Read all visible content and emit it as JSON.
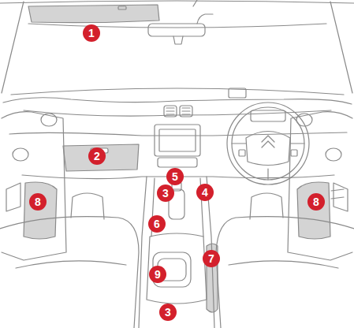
{
  "diagram": {
    "nodes": [
      {
        "text": [
          "1"
        ]
      },
      {
        "text": [
          "2"
        ]
      },
      {
        "text": [
          "5"
        ]
      },
      {
        "text": [
          "3"
        ]
      },
      {
        "text": [
          "4"
        ]
      },
      {
        "text": [
          "8"
        ]
      },
      {
        "text": [
          "8"
        ]
      },
      {
        "text": [
          "6"
        ]
      },
      {
        "text": [
          "7"
        ]
      },
      {
        "text": [
          "9"
        ]
      },
      {
        "text": [
          "3"
        ]
      }
    ]
  }
}
